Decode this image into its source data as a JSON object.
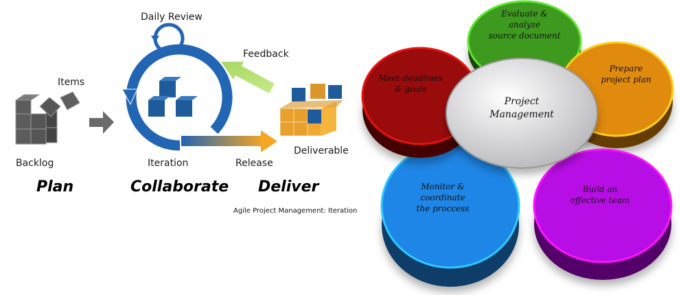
{
  "agile": {
    "labels": {
      "daily_review": "Daily Review",
      "items": "Items",
      "feedback": "Feedback",
      "deliverable": "Deliverable",
      "backlog": "Backlog",
      "iteration": "Iteration",
      "release": "Release"
    },
    "phases": [
      "Plan",
      "Collaborate",
      "Deliver"
    ],
    "caption": "Agile Project Management: Iteration",
    "colors": {
      "iteration_blue": "#2266b3",
      "cube_blue": "#1f5a9a",
      "backlog_gray": "#5a5a5a",
      "deliverable_orange": "#f0a830",
      "feedback_green": "#b8e07a",
      "release_orange": "#f5a623"
    }
  },
  "puzzle": {
    "center": "Project Management",
    "pieces": [
      {
        "id": "evaluate",
        "lines": [
          "Evaluate &",
          "analyze",
          "source document"
        ],
        "color": "#3e9a1e"
      },
      {
        "id": "prepare",
        "lines": [
          "Prepare",
          "project plan"
        ],
        "color": "#e08a0e"
      },
      {
        "id": "build",
        "lines": [
          "Build an",
          "effective team"
        ],
        "color": "#b80ee6"
      },
      {
        "id": "monitor",
        "lines": [
          "Monitor &",
          "coordinate",
          "the proccess"
        ],
        "color": "#1e86e6"
      },
      {
        "id": "meet",
        "lines": [
          "Meet deadlines",
          "& goals"
        ],
        "color": "#9a0c0c"
      }
    ]
  }
}
